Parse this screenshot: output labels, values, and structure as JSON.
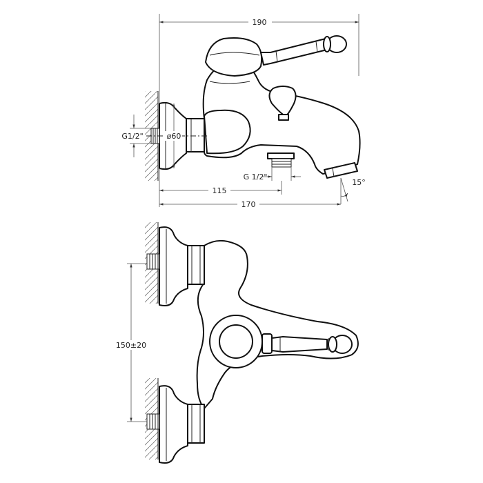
{
  "side_view": {
    "dim_overall_width": "190",
    "dim_inlet_thread": "G1/2\"",
    "dim_escutcheon_diameter": "ø60",
    "dim_hand_shower_thread": "G 1/2\"",
    "dim_outlet_angle": "15°",
    "dim_to_hose_outlet": "115",
    "dim_overall_depth": "170"
  },
  "front_view": {
    "dim_center_distance": "150±20"
  }
}
